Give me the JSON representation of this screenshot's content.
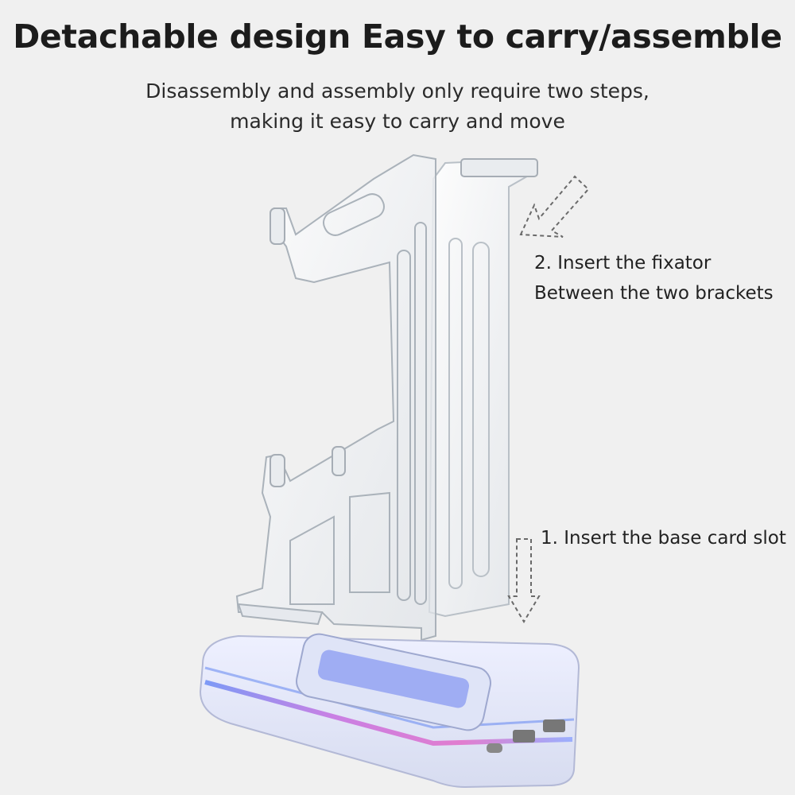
{
  "header": {
    "title": "Detachable design Easy to carry/assemble",
    "subtitle_line1": "Disassembly and assembly only require two steps,",
    "subtitle_line2": "making it easy to carry and move"
  },
  "callouts": {
    "step2_line1": "2. Insert the fixator",
    "step2_line2": "Between the two brackets",
    "step1": "1. Insert the base card slot"
  },
  "colors": {
    "background": "#f0f0f0",
    "text": "#1c1c1c",
    "acrylic_edge": "#b9c0c7",
    "base_glow_pink": "#d85ad8",
    "base_glow_blue": "#4a6cf0"
  }
}
